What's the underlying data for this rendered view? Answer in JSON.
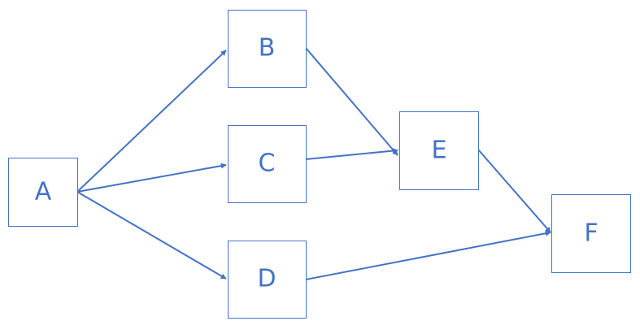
{
  "colors": {
    "stroke": "#4472c4",
    "text": "#4472c4",
    "background": "#ffffff"
  },
  "nodes": [
    {
      "id": "A",
      "label": "A"
    },
    {
      "id": "B",
      "label": "B"
    },
    {
      "id": "C",
      "label": "C"
    },
    {
      "id": "D",
      "label": "D"
    },
    {
      "id": "E",
      "label": "E"
    },
    {
      "id": "F",
      "label": "F"
    }
  ],
  "edges": [
    {
      "from": "A",
      "to": "B"
    },
    {
      "from": "A",
      "to": "C"
    },
    {
      "from": "A",
      "to": "D"
    },
    {
      "from": "B",
      "to": "E"
    },
    {
      "from": "C",
      "to": "E"
    },
    {
      "from": "D",
      "to": "F"
    },
    {
      "from": "E",
      "to": "F"
    }
  ]
}
